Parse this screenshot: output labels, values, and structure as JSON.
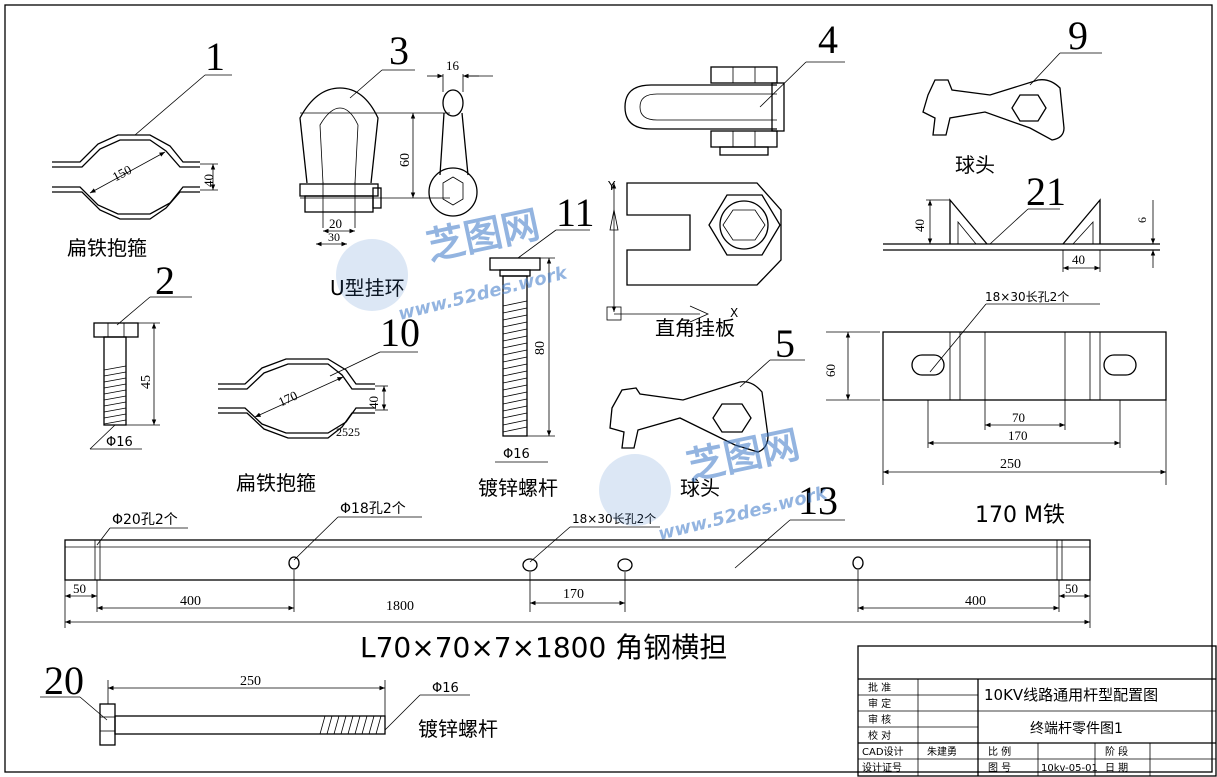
{
  "callouts": {
    "c1": "1",
    "c2": "2",
    "c3": "3",
    "c4": "4",
    "c5": "5",
    "c9": "9",
    "c10": "10",
    "c11": "11",
    "c13": "13",
    "c20": "20",
    "c21": "21"
  },
  "dims": {
    "d150": "150",
    "d40a": "40",
    "d45": "45",
    "phi16a": "Φ16",
    "d16": "16",
    "d60": "60",
    "d20": "20",
    "d30": "30",
    "d170clamp": "170",
    "d40b": "40",
    "d2525": "2525",
    "d80": "80",
    "phi16b": "Φ16",
    "d40c": "40",
    "d40d": "40",
    "d6": "6",
    "slot_m": "18×30长孔2个",
    "d60m": "60",
    "d70m": "70",
    "d170m": "170",
    "d250m": "250",
    "phi20": "Φ20孔2个",
    "phi18": "Φ18孔2个",
    "slot_a": "18×30长孔2个",
    "a50l": "50",
    "a400l": "400",
    "a1800": "1800",
    "a170": "170",
    "a400r": "400",
    "a50r": "50",
    "d250r": "250",
    "phi16c": "Φ16"
  },
  "labels": {
    "clamp1": "扁铁抱箍",
    "clamp2": "扁铁抱箍",
    "uring": "U型挂环",
    "plate": "直角挂板",
    "ball1": "球头",
    "ball2": "球头",
    "bolt11": "镀锌螺杆",
    "bolt20": "镀锌螺杆",
    "miron": "170  M铁",
    "angle": "L70×70×7×1800   角钢横担"
  },
  "watermark": {
    "brand": "芝图网",
    "url": "www.52des.work"
  },
  "title_block": {
    "rows": [
      {
        "left": "批  准",
        "name": ""
      },
      {
        "left": "审  定",
        "name": ""
      },
      {
        "left": "审  核",
        "name": ""
      },
      {
        "left": "校  对",
        "name": ""
      },
      {
        "left": "CAD设计",
        "name": "朱建勇"
      },
      {
        "left": "设计证号",
        "name": ""
      }
    ],
    "project": "10KV线路通用杆型配置图",
    "drawing": "终端杆零件图1",
    "scale_label": "比  例",
    "stage_label": "阶  段",
    "no_label": "图  号",
    "no_value": "10kv-05-01",
    "date_label": "日  期"
  }
}
